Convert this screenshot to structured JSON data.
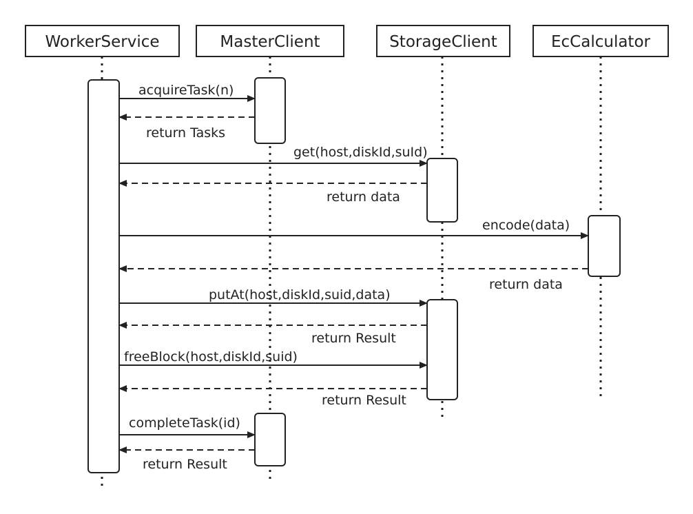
{
  "diagram": {
    "type": "sequence",
    "participants": [
      {
        "id": "worker",
        "label": "WorkerService"
      },
      {
        "id": "master",
        "label": "MasterClient"
      },
      {
        "id": "storage",
        "label": "StorageClient"
      },
      {
        "id": "ec",
        "label": "EcCalculator"
      }
    ],
    "messages": [
      {
        "from": "worker",
        "to": "master",
        "label": "acquireTask(n)",
        "kind": "call"
      },
      {
        "from": "master",
        "to": "worker",
        "label": "return Tasks",
        "kind": "return"
      },
      {
        "from": "worker",
        "to": "storage",
        "label": "get(host,diskId,suId)",
        "kind": "call"
      },
      {
        "from": "storage",
        "to": "worker",
        "label": "return data",
        "kind": "return"
      },
      {
        "from": "worker",
        "to": "ec",
        "label": "encode(data)",
        "kind": "call"
      },
      {
        "from": "ec",
        "to": "worker",
        "label": "return data",
        "kind": "return"
      },
      {
        "from": "worker",
        "to": "storage",
        "label": "putAt(host,diskId,suid,data)",
        "kind": "call"
      },
      {
        "from": "storage",
        "to": "worker",
        "label": "return Result",
        "kind": "return"
      },
      {
        "from": "worker",
        "to": "storage",
        "label": "freeBlock(host,diskId,suid)",
        "kind": "call"
      },
      {
        "from": "storage",
        "to": "worker",
        "label": "return Result",
        "kind": "return"
      },
      {
        "from": "worker",
        "to": "master",
        "label": "completeTask(id)",
        "kind": "call"
      },
      {
        "from": "master",
        "to": "worker",
        "label": "return Result",
        "kind": "return"
      }
    ],
    "colors": {
      "line": "#222222",
      "background": "#ffffff"
    }
  }
}
